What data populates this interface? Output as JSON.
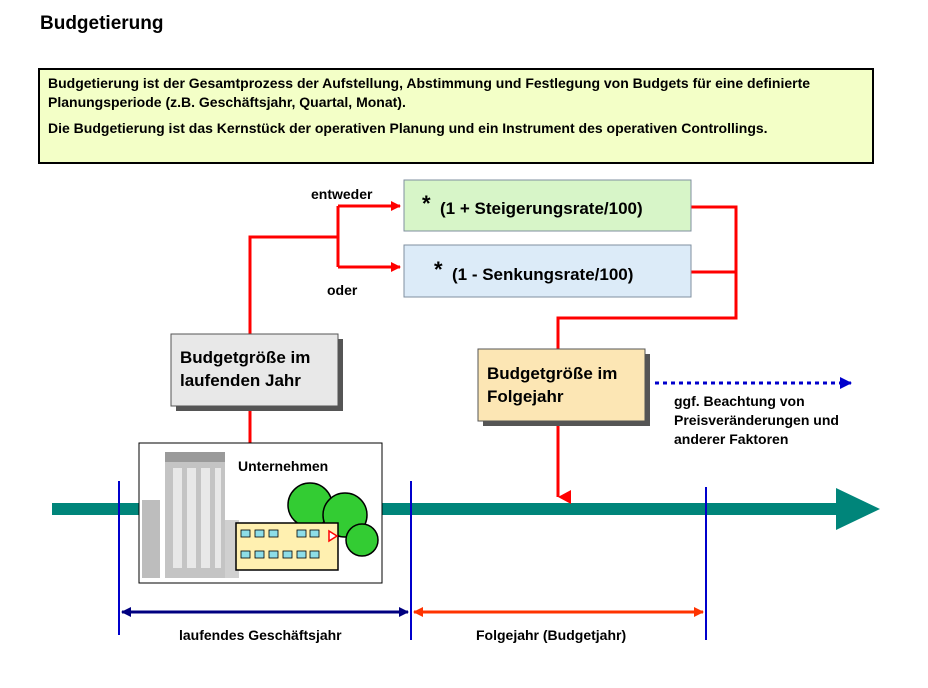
{
  "title": "Budgetierung",
  "definition": {
    "p1": "Budgetierung ist der Gesamtprozess der Aufstellung, Abstimmung und Festlegung von Budgets für eine definierte Planungsperiode (z.B. Geschäftsjahr, Quartal, Monat).",
    "p2": "Die Budgetierung ist das Kernstück der operativen Planung und ein Instrument des operativen Controllings."
  },
  "labels": {
    "entweder": "entweder",
    "oder": "oder",
    "increase_star": "*",
    "increase_formula": "(1 + Steigerungsrate/100)",
    "decrease_star": "*",
    "decrease_formula": "(1 - Senkungsrate/100)",
    "current_budget_line1": "Budgetgröße im",
    "current_budget_line2": "laufenden Jahr",
    "next_budget_line1": "Budgetgröße im",
    "next_budget_line2": "Folgejahr",
    "note_line1": "ggf. Beachtung von",
    "note_line2": "Preisveränderungen und",
    "note_line3": "anderer Faktoren",
    "company": "Unternehmen",
    "current_year": "laufendes Geschäftsjahr",
    "next_year": "Folgejahr (Budgetjahr)"
  },
  "colors": {
    "def_box_bg": "#f3ffc7",
    "increase_box": "#d7f5c8",
    "decrease_box": "#dcebf8",
    "current_box": "#e8e8e8",
    "next_box": "#fce6b4",
    "flow_line": "#ff0000",
    "timeline": "#00857a",
    "period_line": "#0000cc",
    "current_year_arrow": "#000080",
    "next_year_arrow": "#ff3300",
    "note_arrow": "#0000cc"
  },
  "icons": [
    "office-building-icon",
    "factory-icon",
    "tree-icon"
  ]
}
